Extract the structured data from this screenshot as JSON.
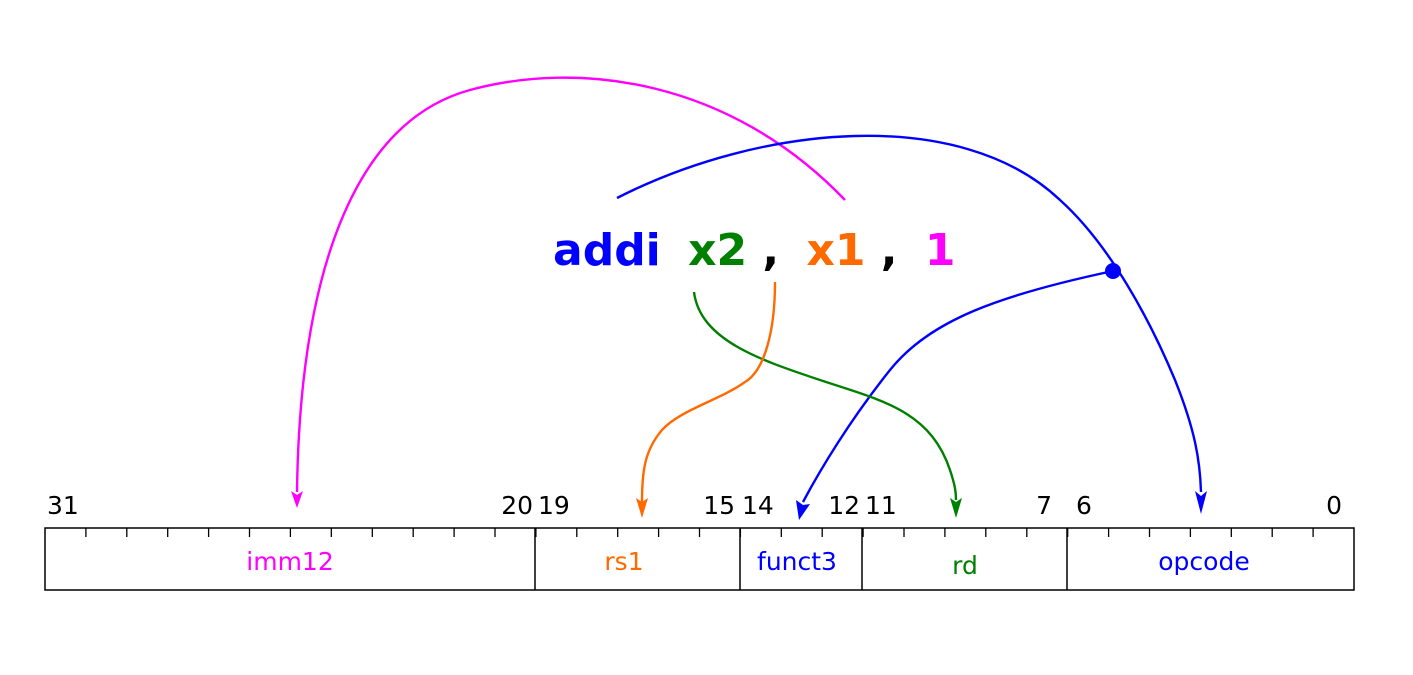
{
  "instruction": {
    "op": "addi",
    "rd": "x2",
    "sep1": ",",
    "rs1": "x1",
    "sep2": ",",
    "imm": "1"
  },
  "fields": [
    {
      "name": "imm12",
      "hi": 31,
      "lo": 20,
      "color": "#ff00ff"
    },
    {
      "name": "rs1",
      "hi": 19,
      "lo": 15,
      "color": "#ff6a00"
    },
    {
      "name": "funct3",
      "hi": 14,
      "lo": 12,
      "color": "#0000ff"
    },
    {
      "name": "rd",
      "hi": 11,
      "lo": 7,
      "color": "#008000"
    },
    {
      "name": "opcode",
      "hi": 6,
      "lo": 0,
      "color": "#0000ff"
    }
  ],
  "bit_labels": {
    "b31": "31",
    "b20": "20",
    "b19": "19",
    "b15": "15",
    "b14": "14",
    "b12": "12",
    "b11": "11",
    "b7": "7",
    "b6": "6",
    "b0": "0"
  },
  "colors": {
    "op": "#0000ff",
    "rd": "#008000",
    "rs1": "#ff6a00",
    "imm": "#ff00ff",
    "text": "#000000"
  }
}
